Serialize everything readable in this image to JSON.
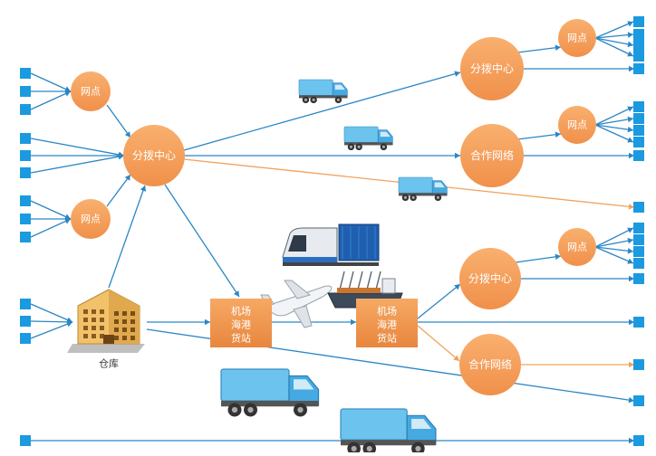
{
  "colors": {
    "node": "#F7A15B",
    "node_dark": "#E3843A",
    "box": "#F29A50",
    "endpoint": "#1B9AE0",
    "line": "#2B86C5",
    "line_orange": "#F0A35E",
    "truck_cab": "#45A9E2",
    "truck_cargo": "#6CC3EE",
    "text_light": "#ffffff",
    "text_dark": "#333333"
  },
  "labels": {
    "outlet": "网点",
    "distribution_center": "分拨中心",
    "partner_network": "合作网络",
    "station_line1": "机场",
    "station_line2": "海港",
    "station_line3": "货站",
    "warehouse": "仓库"
  },
  "icons": {
    "truck": "truck-icon",
    "train": "train-icon",
    "airplane": "airplane-icon",
    "ship": "cargo-ship-icon",
    "warehouse": "warehouse-building-icon"
  }
}
